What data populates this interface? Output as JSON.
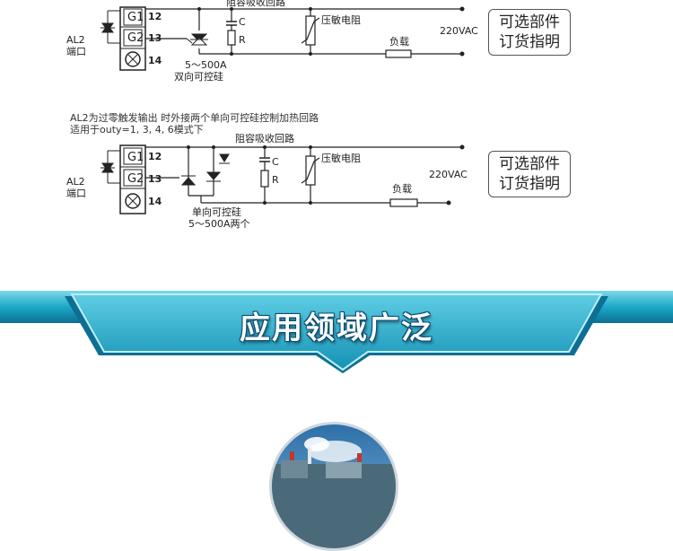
{
  "diagram1": {
    "terminals": [
      "G1",
      "G2",
      "14"
    ],
    "terminal_numbers": [
      "12",
      "13",
      "14"
    ],
    "port_label_line1": "AL2",
    "port_label_line2": "端口",
    "rc_label": "阻容吸收回路",
    "c_label": "C",
    "r_label": "R",
    "varistor_label": "压敏电阻",
    "voltage_label": "220VAC",
    "load_label": "负载",
    "thyristor_label_line1": "5～500A",
    "thyristor_label_line2": "双向可控硅",
    "option_button_line1": "可选部件",
    "option_button_line2": "订货指明"
  },
  "diagram2": {
    "note_line1": "AL2为过零触发输出  时外接两个单向可控硅控制加热回路",
    "note_line2": "适用于outy=1, 3, 4, 6模式下",
    "terminals": [
      "G1",
      "G2",
      "14"
    ],
    "terminal_numbers": [
      "12",
      "13",
      "14"
    ],
    "port_label_line1": "AL2",
    "port_label_line2": "端口",
    "rc_label": "阻容吸收回路",
    "c_label": "C",
    "r_label": "R",
    "varistor_label": "压敏电阻",
    "voltage_label": "220VAC",
    "load_label": "负载",
    "thyristor_label_line1": "单向可控硅",
    "thyristor_label_line2": "5～500A两个",
    "option_button_line1": "可选部件",
    "option_button_line2": "订货指明"
  },
  "banner": {
    "title": "应用领域广泛",
    "colors": {
      "primary": "#1ba9c8",
      "dark": "#0d6f93",
      "light": "#7fd8ea"
    }
  },
  "photo": {
    "subject": "industrial-plant-photo"
  }
}
